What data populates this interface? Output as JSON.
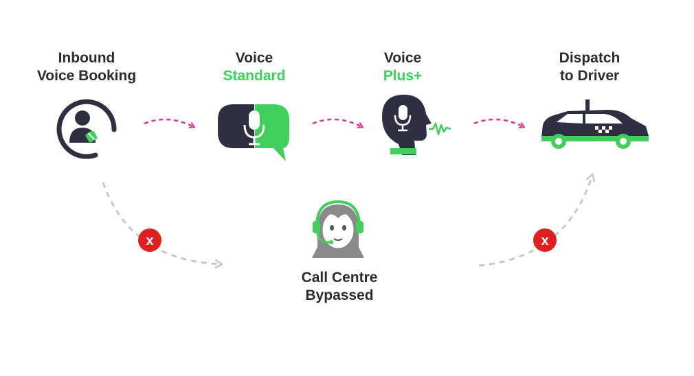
{
  "colors": {
    "dark": "#2e3042",
    "green": "#3fcf5a",
    "pink": "#e0338a",
    "grey": "#c8c8c8",
    "red": "#e02020"
  },
  "steps": [
    {
      "line1": "Inbound",
      "line2": "Voice Booking",
      "icon": "phone-user-icon"
    },
    {
      "line1": "Voice",
      "line2": "Standard",
      "icon": "microphone-bubble-icon"
    },
    {
      "line1": "Voice",
      "line2": "Plus+",
      "icon": "voice-head-icon"
    },
    {
      "line1": "Dispatch",
      "line2": "to Driver",
      "icon": "taxi-icon"
    }
  ],
  "bypass": {
    "line1": "Call Centre",
    "line2": "Bypassed",
    "icon": "call-agent-headset-icon"
  },
  "cross_mark": "x"
}
